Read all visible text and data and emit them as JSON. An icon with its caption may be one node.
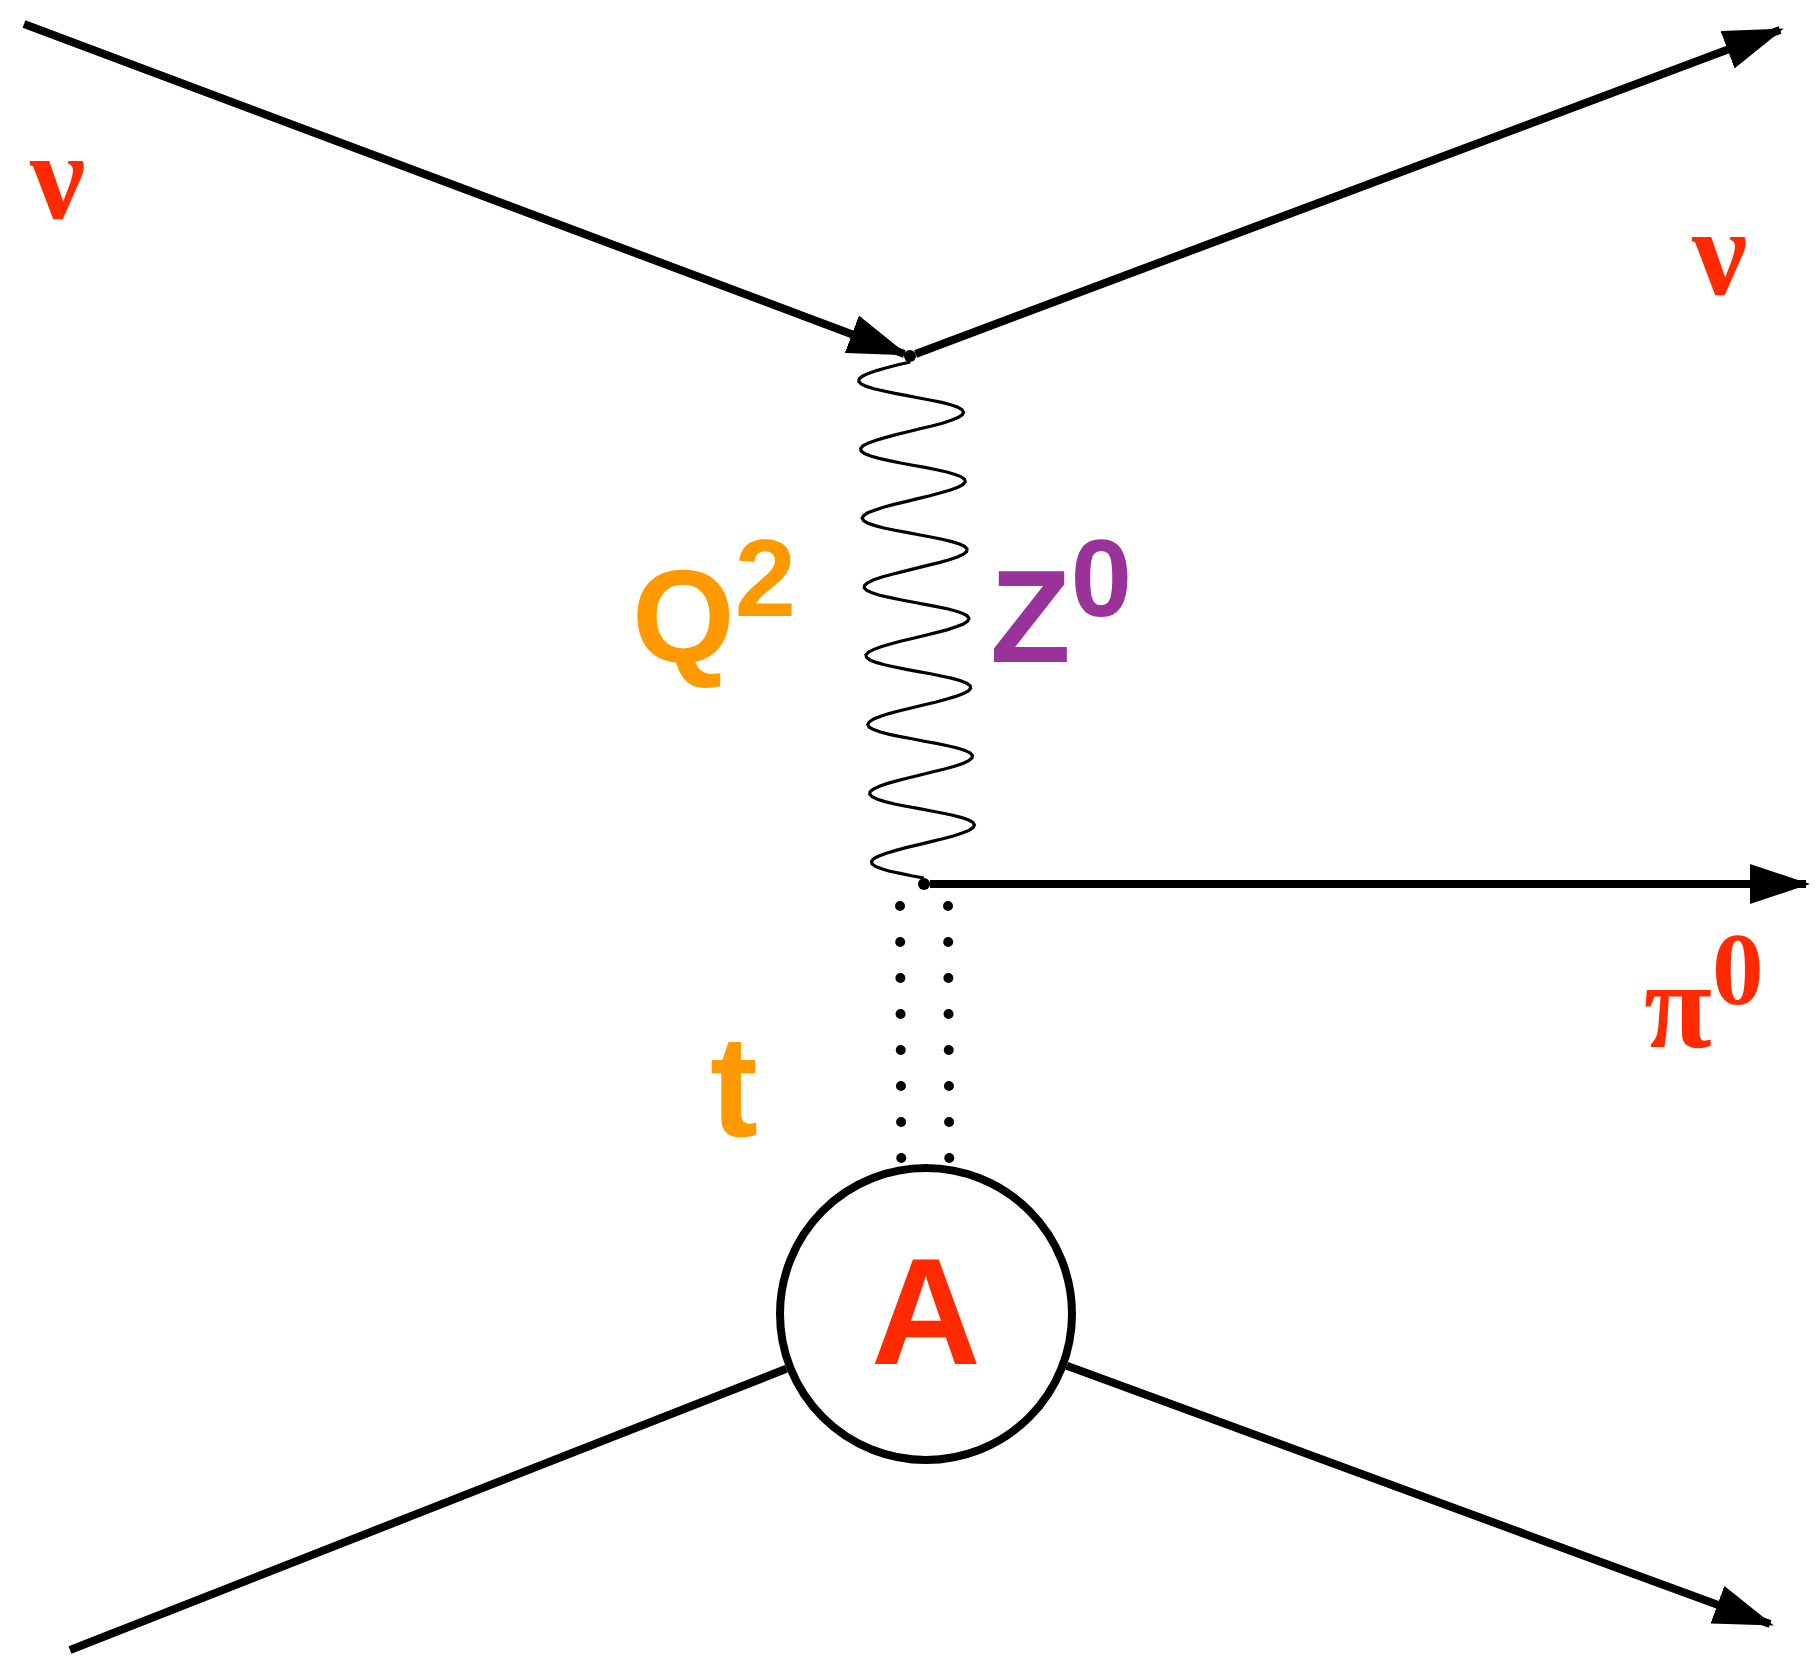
{
  "diagram": {
    "nodes": [
      {
        "text": [],
        "shape": "point"
      },
      {
        "text": [],
        "shape": "point"
      },
      {
        "text": [
          "A"
        ]
      }
    ],
    "edges": [
      {
        "from": null,
        "to": 0,
        "arrow": "to",
        "label": "ν"
      },
      {
        "from": 0,
        "to": null,
        "arrow": "to",
        "label": "ν"
      },
      {
        "from": 0,
        "to": 1,
        "arrow": "none",
        "label": "Z$^{0}$"
      },
      {
        "from": 1,
        "to": null,
        "arrow": "to",
        "label": "π$^{0}$"
      },
      {
        "from": 1,
        "to": 2,
        "arrow": "none",
        "style": "dashed"
      },
      {
        "from": null,
        "to": 2,
        "arrow": "none"
      },
      {
        "from": 2,
        "to": null,
        "arrow": "to"
      }
    ],
    "labels": [
      "Q$^{2}$",
      "t"
    ]
  }
}
